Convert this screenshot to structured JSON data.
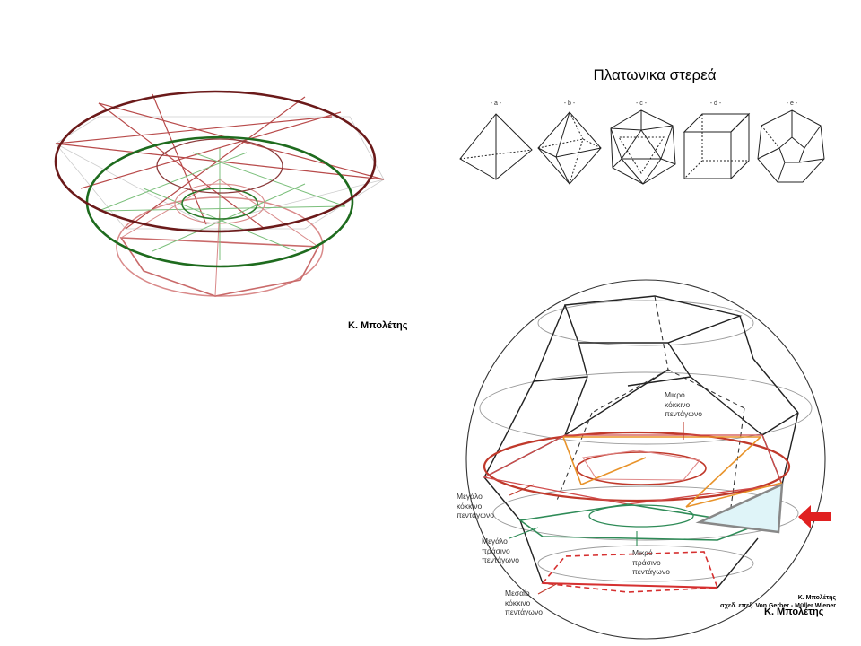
{
  "title": "Πλατωνικα στερεά",
  "author_left": "Κ. Μπολέτης",
  "solids": {
    "labels": [
      "- a -",
      "- b -",
      "- c -",
      "- d -",
      "- e -"
    ]
  },
  "sphere_labels": {
    "small_red": "Μικρό\nκόκκινο\nπεντάγωνο",
    "big_red": "Μεγάλο\nκόκκινο\nπεντάγωνο",
    "big_green": "Μεγάλο\nπράσινο\nπεντάγωνο",
    "small_green": "Μικρό\nπράσινο\nπεντάγωνο",
    "mid_red": "Μεσαίο\nκόκκινο\nπεντάγωνο"
  },
  "credit": {
    "line1": "Κ. Μπολέτης",
    "line2": "σχεδ. επεξ. Von Gerber - Müller Wiener"
  },
  "author_bottom": "Κ. Μπολέτης",
  "colors": {
    "dark_red": "#6b1a1a",
    "red": "#c0392b",
    "pink": "#d77a7a",
    "green": "#1e7a1e",
    "light_green": "#7bbf7b",
    "arrow": "#e02020",
    "highlight": "#dff4f8"
  }
}
